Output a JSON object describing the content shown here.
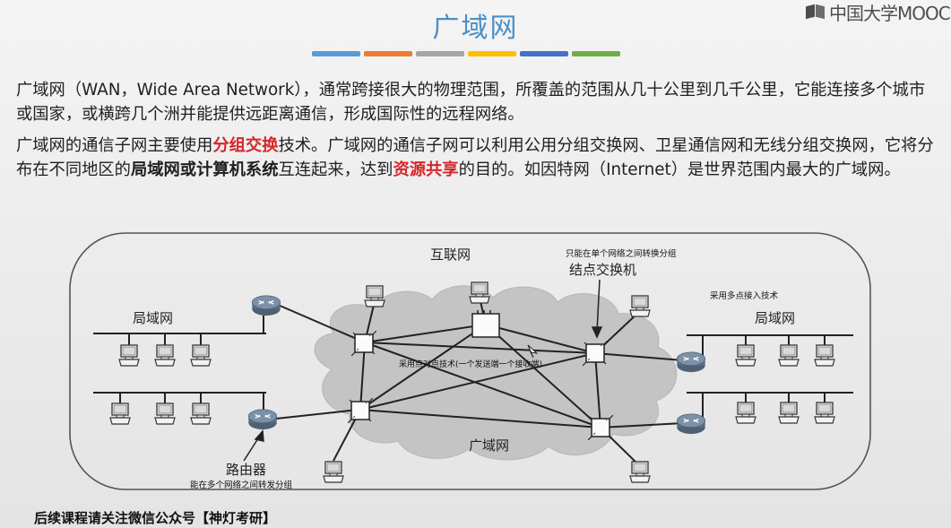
{
  "slide": {
    "title": "广域网",
    "color_bar": [
      "#5b9bd5",
      "#ed7d31",
      "#a5a5a5",
      "#ffc000",
      "#4472c4",
      "#70ad47"
    ]
  },
  "logo": {
    "text": "中国大学MOOC"
  },
  "paragraph1": {
    "text": "广域网（WAN，Wide Area Network），通常跨接很大的物理范围，所覆盖的范围从几十公里到几千公里，它能连接多个城市或国家，或横跨几个洲并能提供远距离通信，形成国际性的远程网络。"
  },
  "paragraph2": {
    "part1": "广域网的通信子网主要使用",
    "highlight1": "分组交换",
    "part2": "技术。广域网的通信子网可以利用公用分组交换网、卫星通信网和无线分组交换网，它将分布在不同地区的",
    "bold1": "局域网或计算机系统",
    "part3": "互连起来，达到",
    "highlight2": "资源共享",
    "part4": "的目的。如因特网（Internet）是世界范围内最大的广域网。"
  },
  "diagram": {
    "internet_label": "互联网",
    "wan_label": "广域网",
    "lan_left_label": "局域网",
    "lan_right_label": "局域网",
    "node_switch_label": "结点交换机",
    "node_switch_note": "只能在单个网络之间转换分组",
    "multipoint_note": "采用多点接入技术",
    "p2p_note": "采用点对点技术(一个发送端一个接收端)",
    "router_label": "路由器",
    "router_note": "能在多个网络之间转发分组"
  },
  "footer": {
    "text": "后续课程请关注微信公众号【神灯考研】"
  },
  "colors": {
    "title": "#4a90c8",
    "highlight": "#d5252a",
    "router": "#5a6f84",
    "cloud": "#c4c4c4"
  }
}
